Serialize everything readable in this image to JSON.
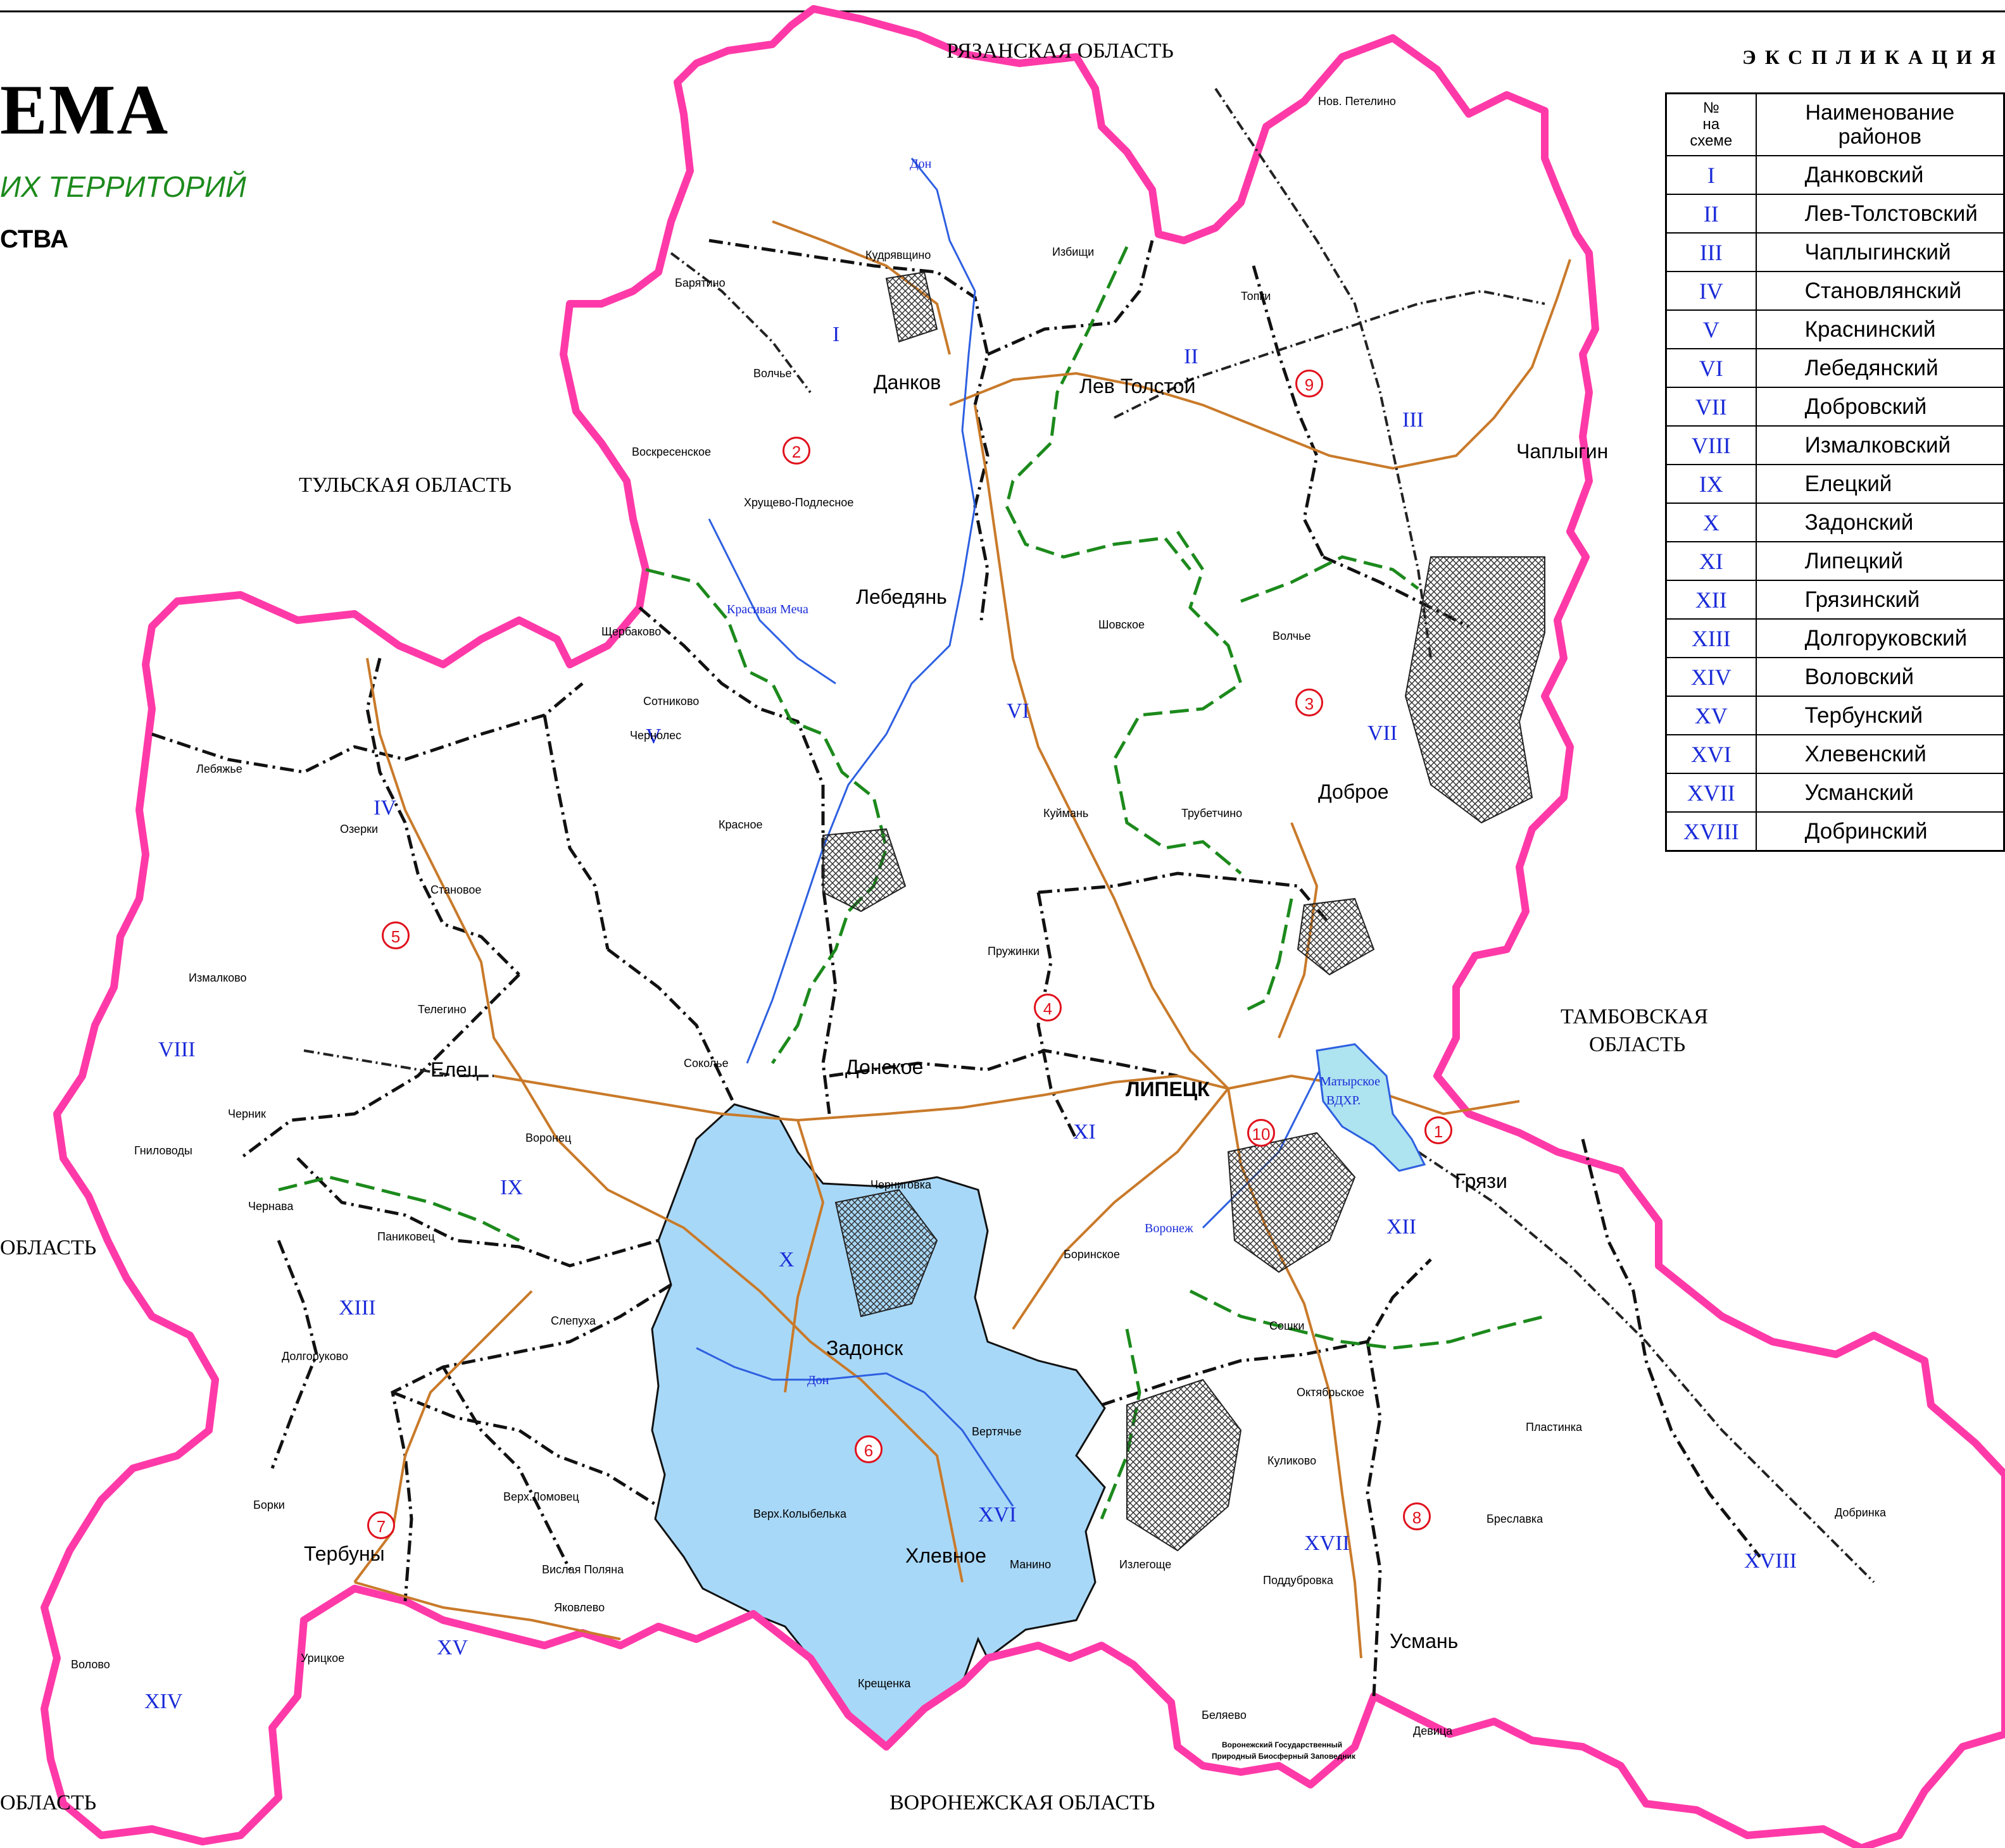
{
  "title": {
    "big": "ЕМА",
    "green": "ИХ ТЕРРИТОРИЙ",
    "black": "СТВА"
  },
  "colors": {
    "region_border": "#ff3aa8",
    "district_border": "#111111",
    "protected_border": "#1c8a1c",
    "roman": "#1a2bd8",
    "circle_num": "#e0101c",
    "road": "#c97a2a",
    "highlight_fill": "#a8d8f8"
  },
  "neighbors": {
    "ryazan": "РЯЗАНСКАЯ ОБЛАСТЬ",
    "tula": "ТУЛЬСКАЯ ОБЛАСТЬ",
    "tambov_1": "ТАМБОВСКАЯ",
    "tambov_2": "ОБЛАСТЬ",
    "voronezh": "ВОРОНЕЖСКАЯ ОБЛАСТЬ",
    "orel_partial": "ОБЛАСТЬ",
    "kursk_partial": "ОБЛАСТЬ"
  },
  "legend": {
    "title": "ЭКСПЛИКАЦИЯ",
    "header_num_1": "№",
    "header_num_2": "на",
    "header_num_3": "схеме",
    "header_name_1": "Наименование",
    "header_name_2": "районов",
    "rows": [
      {
        "num": "I",
        "name": "Данковский"
      },
      {
        "num": "II",
        "name": "Лев-Толстовский"
      },
      {
        "num": "III",
        "name": "Чаплыгинский"
      },
      {
        "num": "IV",
        "name": "Становлянский"
      },
      {
        "num": "V",
        "name": "Краснинский"
      },
      {
        "num": "VI",
        "name": "Лебедянский"
      },
      {
        "num": "VII",
        "name": "Добровский"
      },
      {
        "num": "VIII",
        "name": "Измалковский"
      },
      {
        "num": "IX",
        "name": "Елецкий"
      },
      {
        "num": "X",
        "name": "Задонский"
      },
      {
        "num": "XI",
        "name": "Липецкий"
      },
      {
        "num": "XII",
        "name": "Грязинский"
      },
      {
        "num": "XIII",
        "name": "Долгоруковский"
      },
      {
        "num": "XIV",
        "name": "Воловский"
      },
      {
        "num": "XV",
        "name": "Тербунский"
      },
      {
        "num": "XVI",
        "name": "Хлевенский"
      },
      {
        "num": "XVII",
        "name": "Усманский"
      },
      {
        "num": "XVIII",
        "name": "Добринский"
      }
    ]
  },
  "map_roman": [
    "I",
    "II",
    "III",
    "IV",
    "V",
    "VI",
    "VII",
    "VIII",
    "IX",
    "X",
    "XI",
    "XII",
    "XIII",
    "XIV",
    "XV",
    "XVI",
    "XVII",
    "XVIII"
  ],
  "map_circles": [
    "1",
    "2",
    "3",
    "4",
    "5",
    "6",
    "7",
    "8",
    "9",
    "10"
  ],
  "district_centers": [
    "Данков",
    "Лев Толстой",
    "Чаплыгин",
    "Лебедянь",
    "Доброе",
    "Елец",
    "Донское",
    "ЛИПЕЦК",
    "Грязи",
    "Задонск",
    "Хлевное",
    "Тербуны",
    "Усмань"
  ],
  "settlements": [
    "Нов. Петелино",
    "Кудрявщино",
    "Избищи",
    "Барятино",
    "Топки",
    "Волчье",
    "Воскресенское",
    "Хрущево-Подлесное",
    "Щербаково",
    "Шовское",
    "Волчье",
    "Сотниково",
    "Чернолес",
    "Лебяжье",
    "Куймань",
    "Трубетчино",
    "Красное",
    "Озерки",
    "Становое",
    "Пружинки",
    "Измалково",
    "Телегино",
    "Соколье",
    "Черник",
    "Гниловоды",
    "Воронец",
    "Чернава",
    "Паниковец",
    "Черниговка",
    "Боринское",
    "Долгоруково",
    "Слепуха",
    "Сошки",
    "Октябрьское",
    "Пластинка",
    "Вертячье",
    "Куликово",
    "Верх.Ломовец",
    "Верх.Колыбелька",
    "Борки",
    "Добринка",
    "Бреславка",
    "Манино",
    "Излегоще",
    "Вислая Поляна",
    "Поддубровка",
    "Яковлево",
    "Волово",
    "Урицкое",
    "Крещенка",
    "Беляево",
    "Девица"
  ],
  "water": [
    "Дон",
    "Красивая Меча",
    "Воронеж",
    "Дон",
    "Матырское",
    "ВДХР."
  ],
  "reserve_1": "Воронежский Государственный",
  "reserve_2": "Природный Биосферный Заповедник"
}
